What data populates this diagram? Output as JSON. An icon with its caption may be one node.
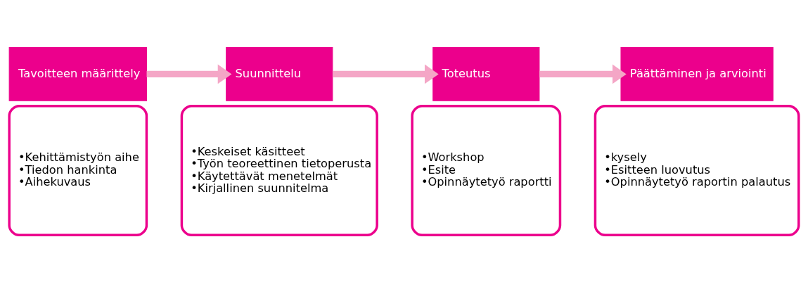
{
  "diagram": {
    "nodes": [
      {
        "text": [
          "Tavoitteen määrittely"
        ]
      },
      {
        "text": [
          "•Kehittämistyön aihe",
          "•Tiedon hankinta",
          "•Aihekuvaus"
        ]
      },
      {
        "text": [
          "Suunnittelu"
        ]
      },
      {
        "text": [
          "•Keskeiset käsitteet",
          "•Työn teoreettinen tietoperusta",
          "•Käytettävät menetelmät",
          "•Kirjallinen suunnitelma"
        ]
      },
      {
        "text": [
          "Toteutus"
        ]
      },
      {
        "text": [
          "•Workshop",
          "•Esite",
          "•Opinnäytetyö raportti"
        ]
      },
      {
        "text": [
          "Päättäminen ja arviointi"
        ]
      },
      {
        "text": [
          "•kysely",
          "•Esitteen luovutus",
          "•Opinnäytetyö raportin palautus"
        ]
      }
    ],
    "edges": [
      {
        "from": 0,
        "to": 2,
        "arrow": "to"
      },
      {
        "from": 2,
        "to": 4,
        "arrow": "to"
      },
      {
        "from": 4,
        "to": 6,
        "arrow": "to"
      }
    ]
  }
}
